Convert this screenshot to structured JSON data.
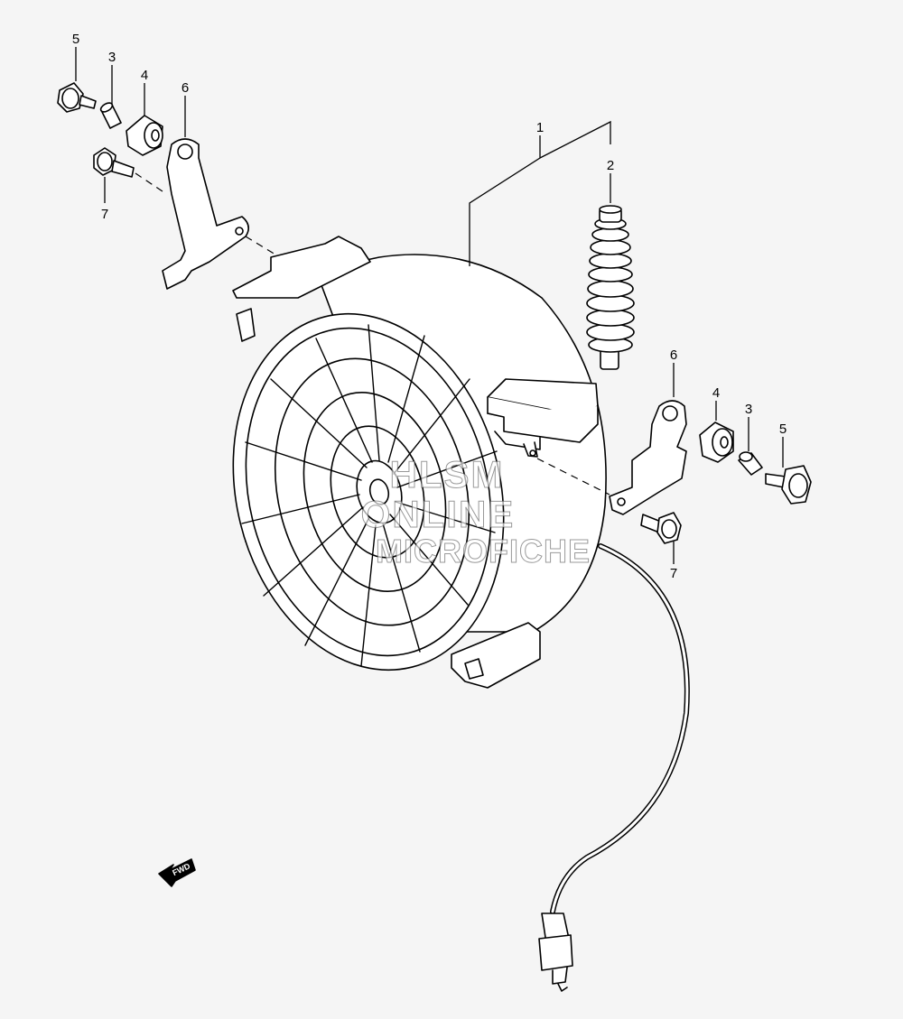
{
  "diagram": {
    "labels": {
      "part1": "1",
      "part2": "2",
      "part3_left": "3",
      "part4_left": "4",
      "part5_left": "5",
      "part6_left": "6",
      "part7_left": "7",
      "part3_right": "3",
      "part4_right": "4",
      "part5_right": "5",
      "part6_right": "6",
      "part7_right": "7"
    },
    "fwd_label": "FWD"
  },
  "watermark": {
    "line1": "HLSM",
    "line2": "ONLINE",
    "line3": "MICROFICHE"
  },
  "colors": {
    "background": "#f5f5f5",
    "line": "#000000",
    "fill": "#ffffff"
  }
}
